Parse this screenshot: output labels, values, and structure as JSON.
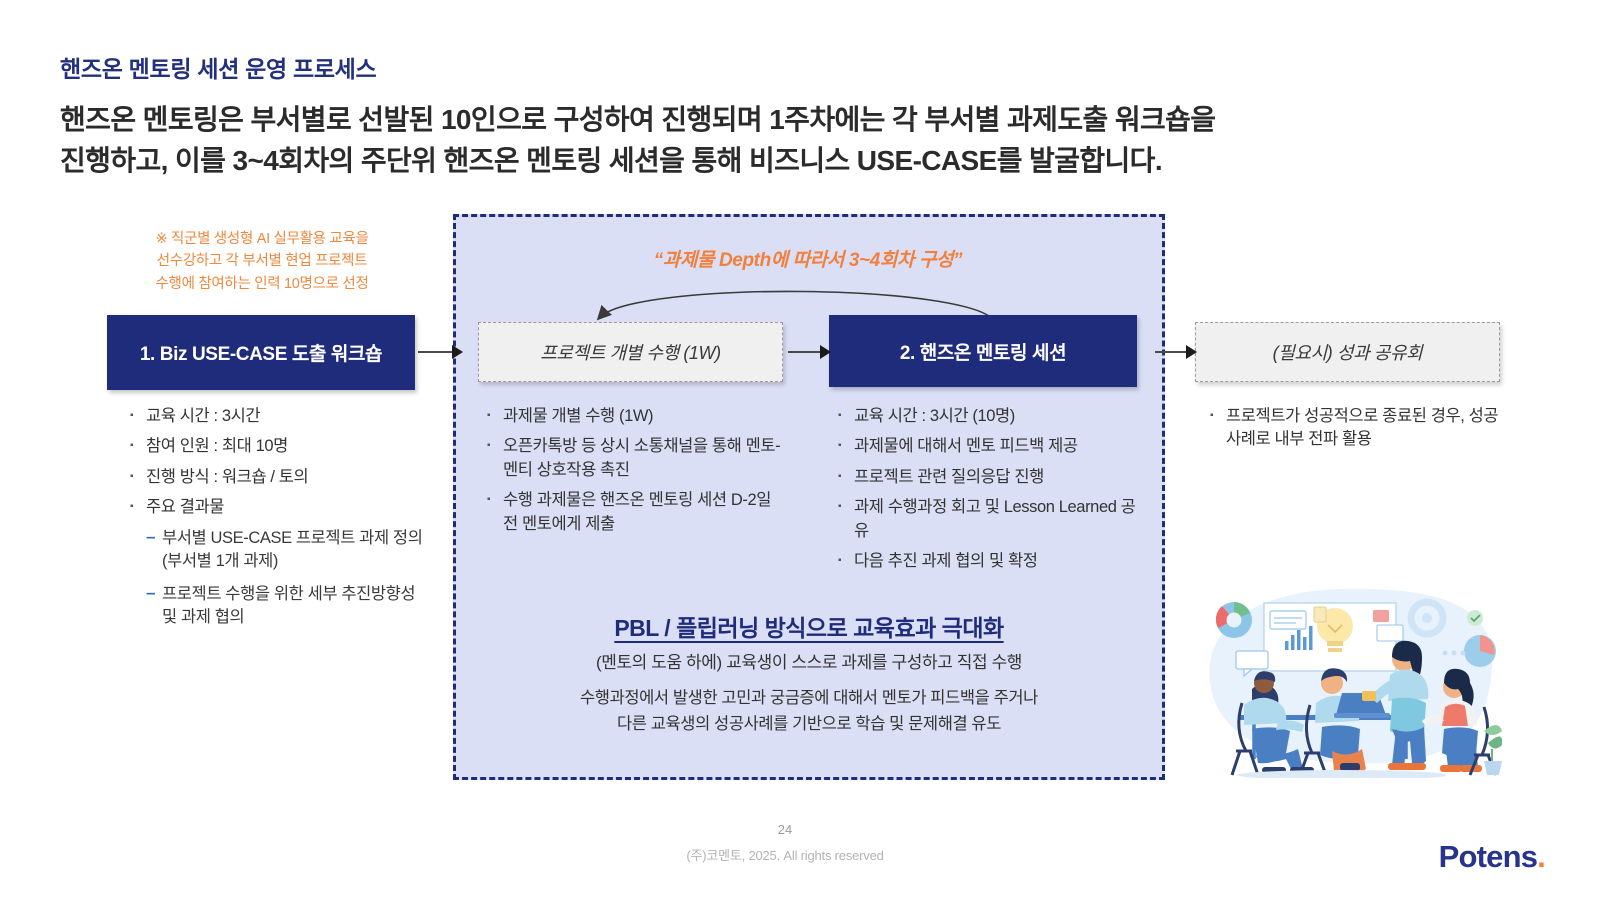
{
  "header": {
    "eyebrow": "핸즈온 멘토링 세션 운영 프로세스",
    "subtitle_line1": "핸즈온 멘토링은 부서별로 선발된 10인으로 구성하여 진행되며 1주차에는 각 부서별 과제도출 워크숍을",
    "subtitle_line2": "진행하고, 이를 3~4회차의 주단위 핸즈온 멘토링 세션을 통해 비즈니스 USE-CASE를 발굴합니다."
  },
  "notes": {
    "orange_line1": "※ 직군별 생성형 AI 실무활용 교육을",
    "orange_line2": "선수강하고 각 부서별 현업 프로젝트",
    "orange_line3": "수행에 참여하는 인력 10명으로 선정",
    "cycle": "“과제물 Depth에 따라서 3~4회차 구성”"
  },
  "boxes": {
    "workshop": "1. Biz USE-CASE 도출 워크숍",
    "project": "프로젝트 개별 수행 (1W)",
    "mentoring": "2. 핸즈온 멘토링 세션",
    "share": "(필요시) 성과 공유회"
  },
  "bullets_workshop": [
    {
      "mark": "square",
      "text": "교육 시간 : 3시간"
    },
    {
      "mark": "square",
      "text": "참여 인원 : 최대 10명"
    },
    {
      "mark": "square",
      "text": "진행 방식 : 워크숍 / 토의"
    },
    {
      "mark": "square",
      "text": "주요 결과물"
    },
    {
      "mark": "dash",
      "text": "부서별 USE-CASE 프로젝트 과제 정의 (부서별 1개 과제)"
    },
    {
      "mark": "dash",
      "text": "프로젝트 수행을 위한 세부 추진방향성 및 과제 협의"
    }
  ],
  "bullets_project": [
    {
      "mark": "square",
      "text": "과제물 개별 수행 (1W)"
    },
    {
      "mark": "square",
      "text": "오픈카톡방 등 상시 소통채널을 통해 멘토-멘티 상호작용 촉진"
    },
    {
      "mark": "square",
      "text": "수행 과제물은 핸즈온 멘토링 세션 D-2일전 멘토에게 제출"
    }
  ],
  "bullets_mentoring": [
    {
      "mark": "square",
      "text": "교육 시간 : 3시간 (10명)"
    },
    {
      "mark": "square",
      "text": "과제물에 대해서 멘토 피드백 제공"
    },
    {
      "mark": "square",
      "text": "프로젝트 관련 질의응답 진행"
    },
    {
      "mark": "square",
      "text": "과제 수행과정 회고 및 Lesson Learned 공유"
    },
    {
      "mark": "square",
      "text": "다음 추진 과제 협의 및 확정"
    }
  ],
  "bullets_share": [
    {
      "mark": "square",
      "text": "프로젝트가 성공적으로 종료된 경우, 성공사례로 내부 전파 활용"
    }
  ],
  "pbl": {
    "heading": "PBL / 플립러닝 방식으로 교육효과 극대화",
    "sub1": "(멘토의 도움 하에) 교육생이 스스로 과제를 구성하고 직접 수행",
    "sub2_line1": "수행과정에서 발생한 고민과 궁금증에 대해서 멘토가 피드백을 주거나",
    "sub2_line2": "다른 교육생의 성공사례를 기반으로 학습 및 문제해결 유도"
  },
  "footer": {
    "page_number": "24",
    "copyright": "(주)코멘토, 2025. All rights reserved",
    "logo_text": "Potens",
    "logo_dot": "."
  },
  "colors": {
    "navy": "#1F2B7B",
    "title_navy": "#23307D",
    "orange": "#F2803C",
    "panel_fill": "#DBDFF5",
    "gray_box": "#F0F0F0"
  }
}
